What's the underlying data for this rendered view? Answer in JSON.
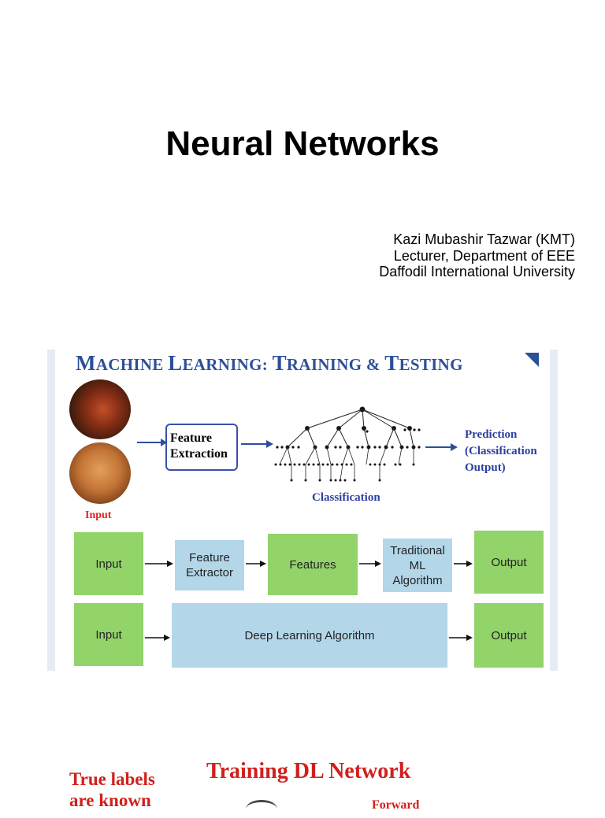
{
  "slide": {
    "title": "Neural Networks",
    "author_lines": [
      "Kazi Mubashir Tazwar (KMT)",
      "Lecturer, Department of EEE",
      "Daffodil International University"
    ]
  },
  "figure": {
    "header": {
      "p1_big": "M",
      "p1_sm": "ACHINE ",
      "p2_big": "L",
      "p2_sm": "EARNING: ",
      "p3_big": "T",
      "p3_sm": "RAINING & ",
      "p4_big": "T",
      "p4_sm": "ESTING"
    },
    "input_caption": "Input",
    "feature_extraction_lines": [
      "Feature",
      "Extraction"
    ],
    "classification_label": "Classification",
    "prediction_lines": [
      "Prediction",
      "(Classification",
      "Output)"
    ],
    "traditional_row": [
      "Input",
      "Feature Extractor",
      "Features",
      "Traditional ML Algorithm",
      "Output"
    ],
    "deep_row": [
      "Input",
      "Deep Learning Algorithm",
      "Output"
    ]
  },
  "colors": {
    "header_blue": "#2c4f9a",
    "green_block": "#92d36a",
    "blue_block": "#b3d7e9",
    "input_red": "#e0251f",
    "bottom_red": "#d0201c"
  },
  "next_slide_peek": {
    "left_text_lines": [
      "True labels",
      "are known"
    ],
    "heading": "Training DL Network",
    "small_text": "Forward"
  }
}
